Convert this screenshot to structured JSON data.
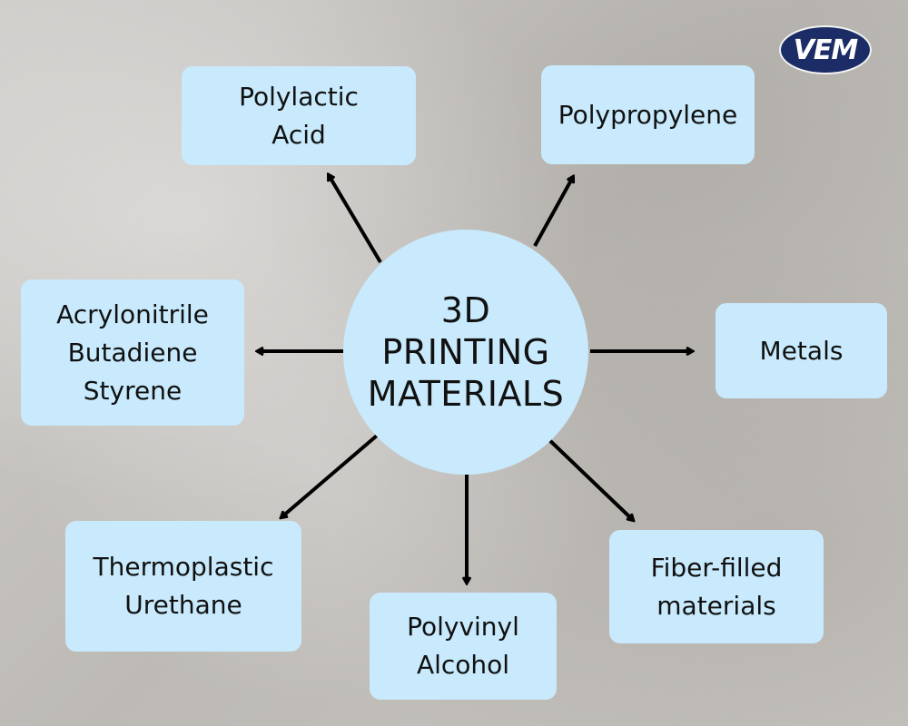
{
  "logo": {
    "text": "VEM",
    "color": "#1b2c66"
  },
  "center": {
    "lines": [
      "3D",
      "PRINTING",
      "MATERIALS"
    ]
  },
  "nodes": {
    "polylactic_acid": {
      "lines": [
        "Polylactic",
        "Acid"
      ]
    },
    "polypropylene": {
      "lines": [
        "Polypropylene"
      ]
    },
    "abs": {
      "lines": [
        "Acrylonitrile",
        "Butadiene",
        "Styrene"
      ]
    },
    "metals": {
      "lines": [
        "Metals"
      ]
    },
    "tpu": {
      "lines": [
        "Thermoplastic",
        "Urethane"
      ]
    },
    "pva": {
      "lines": [
        "Polyvinyl",
        "Alcohol"
      ]
    },
    "fiber_filled": {
      "lines": [
        "Fiber-filled",
        "materials"
      ]
    }
  },
  "colors": {
    "node_fill": "#c8eafc",
    "arrow": "#000000",
    "text": "#111111"
  }
}
